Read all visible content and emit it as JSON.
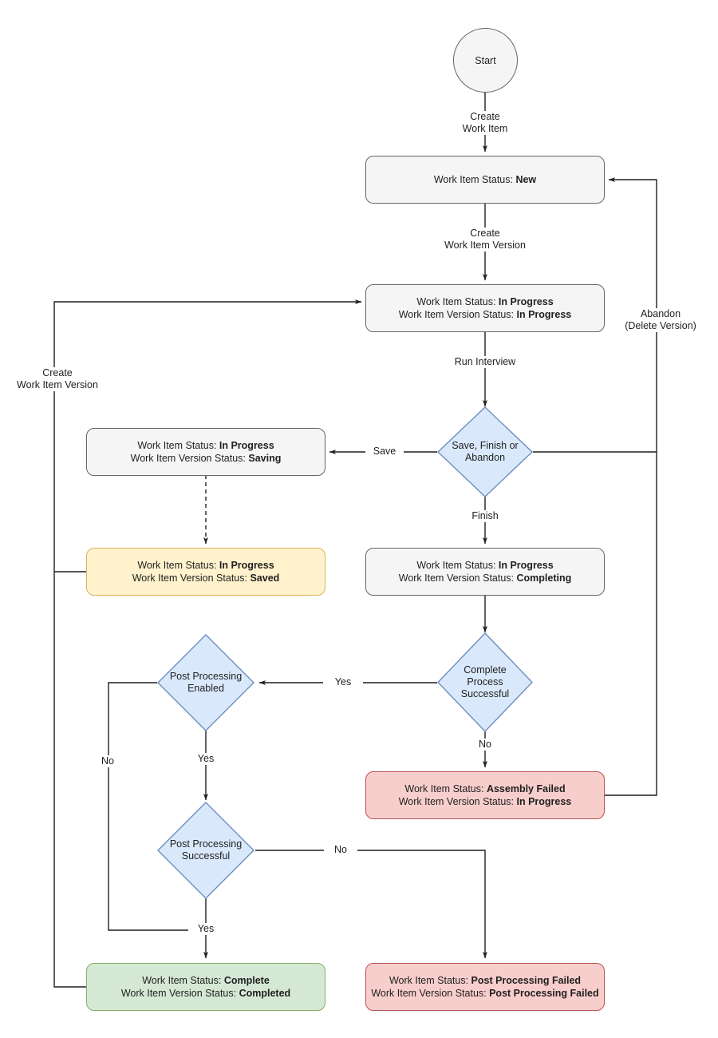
{
  "diagram": {
    "type": "flowchart",
    "title": "Work Item / Work Item Version status flow",
    "colors": {
      "process_fill": "#f5f5f5",
      "process_stroke": "#666666",
      "decision_fill": "#dae8fc",
      "decision_stroke": "#6c8ebf",
      "warning_fill": "#fff2cc",
      "warning_stroke": "#d6b656",
      "error_fill": "#f8cecc",
      "error_stroke": "#b85450",
      "success_fill": "#d5e8d4",
      "success_stroke": "#82b366",
      "edge_stroke": "#1f1f1f",
      "text": "#1f1f1f"
    }
  },
  "nodes": {
    "start": {
      "label": "Start",
      "shape": "circle"
    },
    "new": {
      "shape": "process",
      "line1_prefix": "Work Item Status: ",
      "line1_value": "New"
    },
    "in_progress": {
      "shape": "process",
      "line1_prefix": "Work Item Status: ",
      "line1_value": "In Progress",
      "line2_prefix": "Work Item Version Status: ",
      "line2_value": "In Progress"
    },
    "saving": {
      "shape": "process",
      "line1_prefix": "Work Item Status: ",
      "line1_value": "In Progress",
      "line2_prefix": "Work Item Version Status: ",
      "line2_value": "Saving"
    },
    "saved": {
      "shape": "process-warning",
      "line1_prefix": "Work Item Status: ",
      "line1_value": "In Progress",
      "line2_prefix": "Work Item Version Status: ",
      "line2_value": "Saved"
    },
    "completing": {
      "shape": "process",
      "line1_prefix": "Work Item Status: ",
      "line1_value": "In Progress",
      "line2_prefix": "Work Item Version Status: ",
      "line2_value": "Completing"
    },
    "assembly_failed": {
      "shape": "process-error",
      "line1_prefix": "Work Item Status: ",
      "line1_value": "Assembly Failed",
      "line2_prefix": "Work Item Version Status: ",
      "line2_value": "In Progress"
    },
    "complete": {
      "shape": "process-success",
      "line1_prefix": "Work Item Status: ",
      "line1_value": "Complete",
      "line2_prefix": "Work Item Version Status: ",
      "line2_value": "Completed"
    },
    "post_processing_failed": {
      "shape": "process-error",
      "line1_prefix": "Work Item Status: ",
      "line1_value": "Post Processing Failed",
      "line2_prefix": "Work Item Version Status: ",
      "line2_value": "Post Processing Failed"
    },
    "decision_save_finish_abandon": {
      "shape": "decision",
      "line1": "Save, Finish or",
      "line2": "Abandon"
    },
    "decision_complete_process": {
      "shape": "decision",
      "line1": "Complete",
      "line2": "Process",
      "line3": "Successful"
    },
    "decision_post_processing_enabled": {
      "shape": "decision",
      "line1": "Post Processing",
      "line2": "Enabled"
    },
    "decision_post_processing_successful": {
      "shape": "decision",
      "line1": "Post Processing",
      "line2": "Successful"
    }
  },
  "edge_labels": {
    "create_work_item": "Create\nWork Item",
    "create_work_item_line1": "Create",
    "create_work_item_line2": "Work Item",
    "create_work_item_version_line1": "Create",
    "create_work_item_version_line2": "Work Item Version",
    "create_work_item_version_left_line1": "Create",
    "create_work_item_version_left_line2": "Work Item Version",
    "run_interview": "Run Interview",
    "save": "Save",
    "finish": "Finish",
    "abandon_line1": "Abandon",
    "abandon_line2": "(Delete Version)",
    "complete_yes": "Yes",
    "complete_no": "No",
    "post_enabled_no": "No",
    "post_enabled_yes": "Yes",
    "post_successful_no": "No",
    "post_successful_yes": "Yes"
  }
}
